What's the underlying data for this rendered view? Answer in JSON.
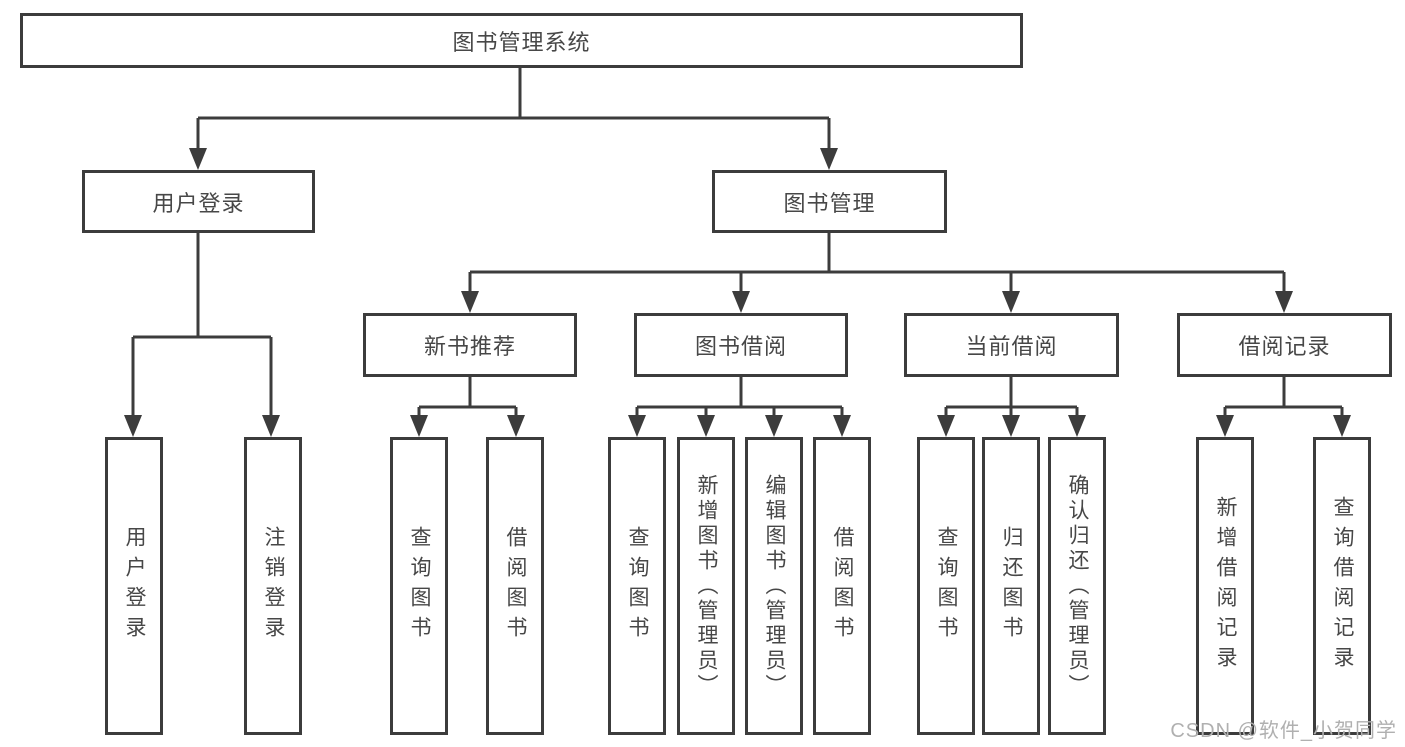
{
  "colors": {
    "line": "#3c3c3c",
    "box_border": "#3c3c3c",
    "text": "#474747",
    "watermark": "#b0b0b0"
  },
  "nodes": {
    "root": "图书管理系统",
    "user_login": "用户登录",
    "book_mgmt": "图书管理",
    "new_book_rec": "新书推荐",
    "book_borrow": "图书借阅",
    "current_borrow": "当前借阅",
    "borrow_record": "借阅记录",
    "leaf_user_login": "用户登录",
    "leaf_logout": "注销登录",
    "leaf_query_book_1": "查询图书",
    "leaf_borrow_book_1": "借阅图书",
    "leaf_query_book_2": "查询图书",
    "leaf_add_book_admin": "新增图书（管理员）",
    "leaf_edit_book_admin": "编辑图书（管理员）",
    "leaf_borrow_book_2": "借阅图书",
    "leaf_query_book_3": "查询图书",
    "leaf_return_book": "归还图书",
    "leaf_confirm_return_admin": "确认归还（管理员）",
    "leaf_add_borrow_record": "新增借阅记录",
    "leaf_query_borrow_record": "查询借阅记录"
  },
  "watermark": "CSDN @软件_小贺同学"
}
